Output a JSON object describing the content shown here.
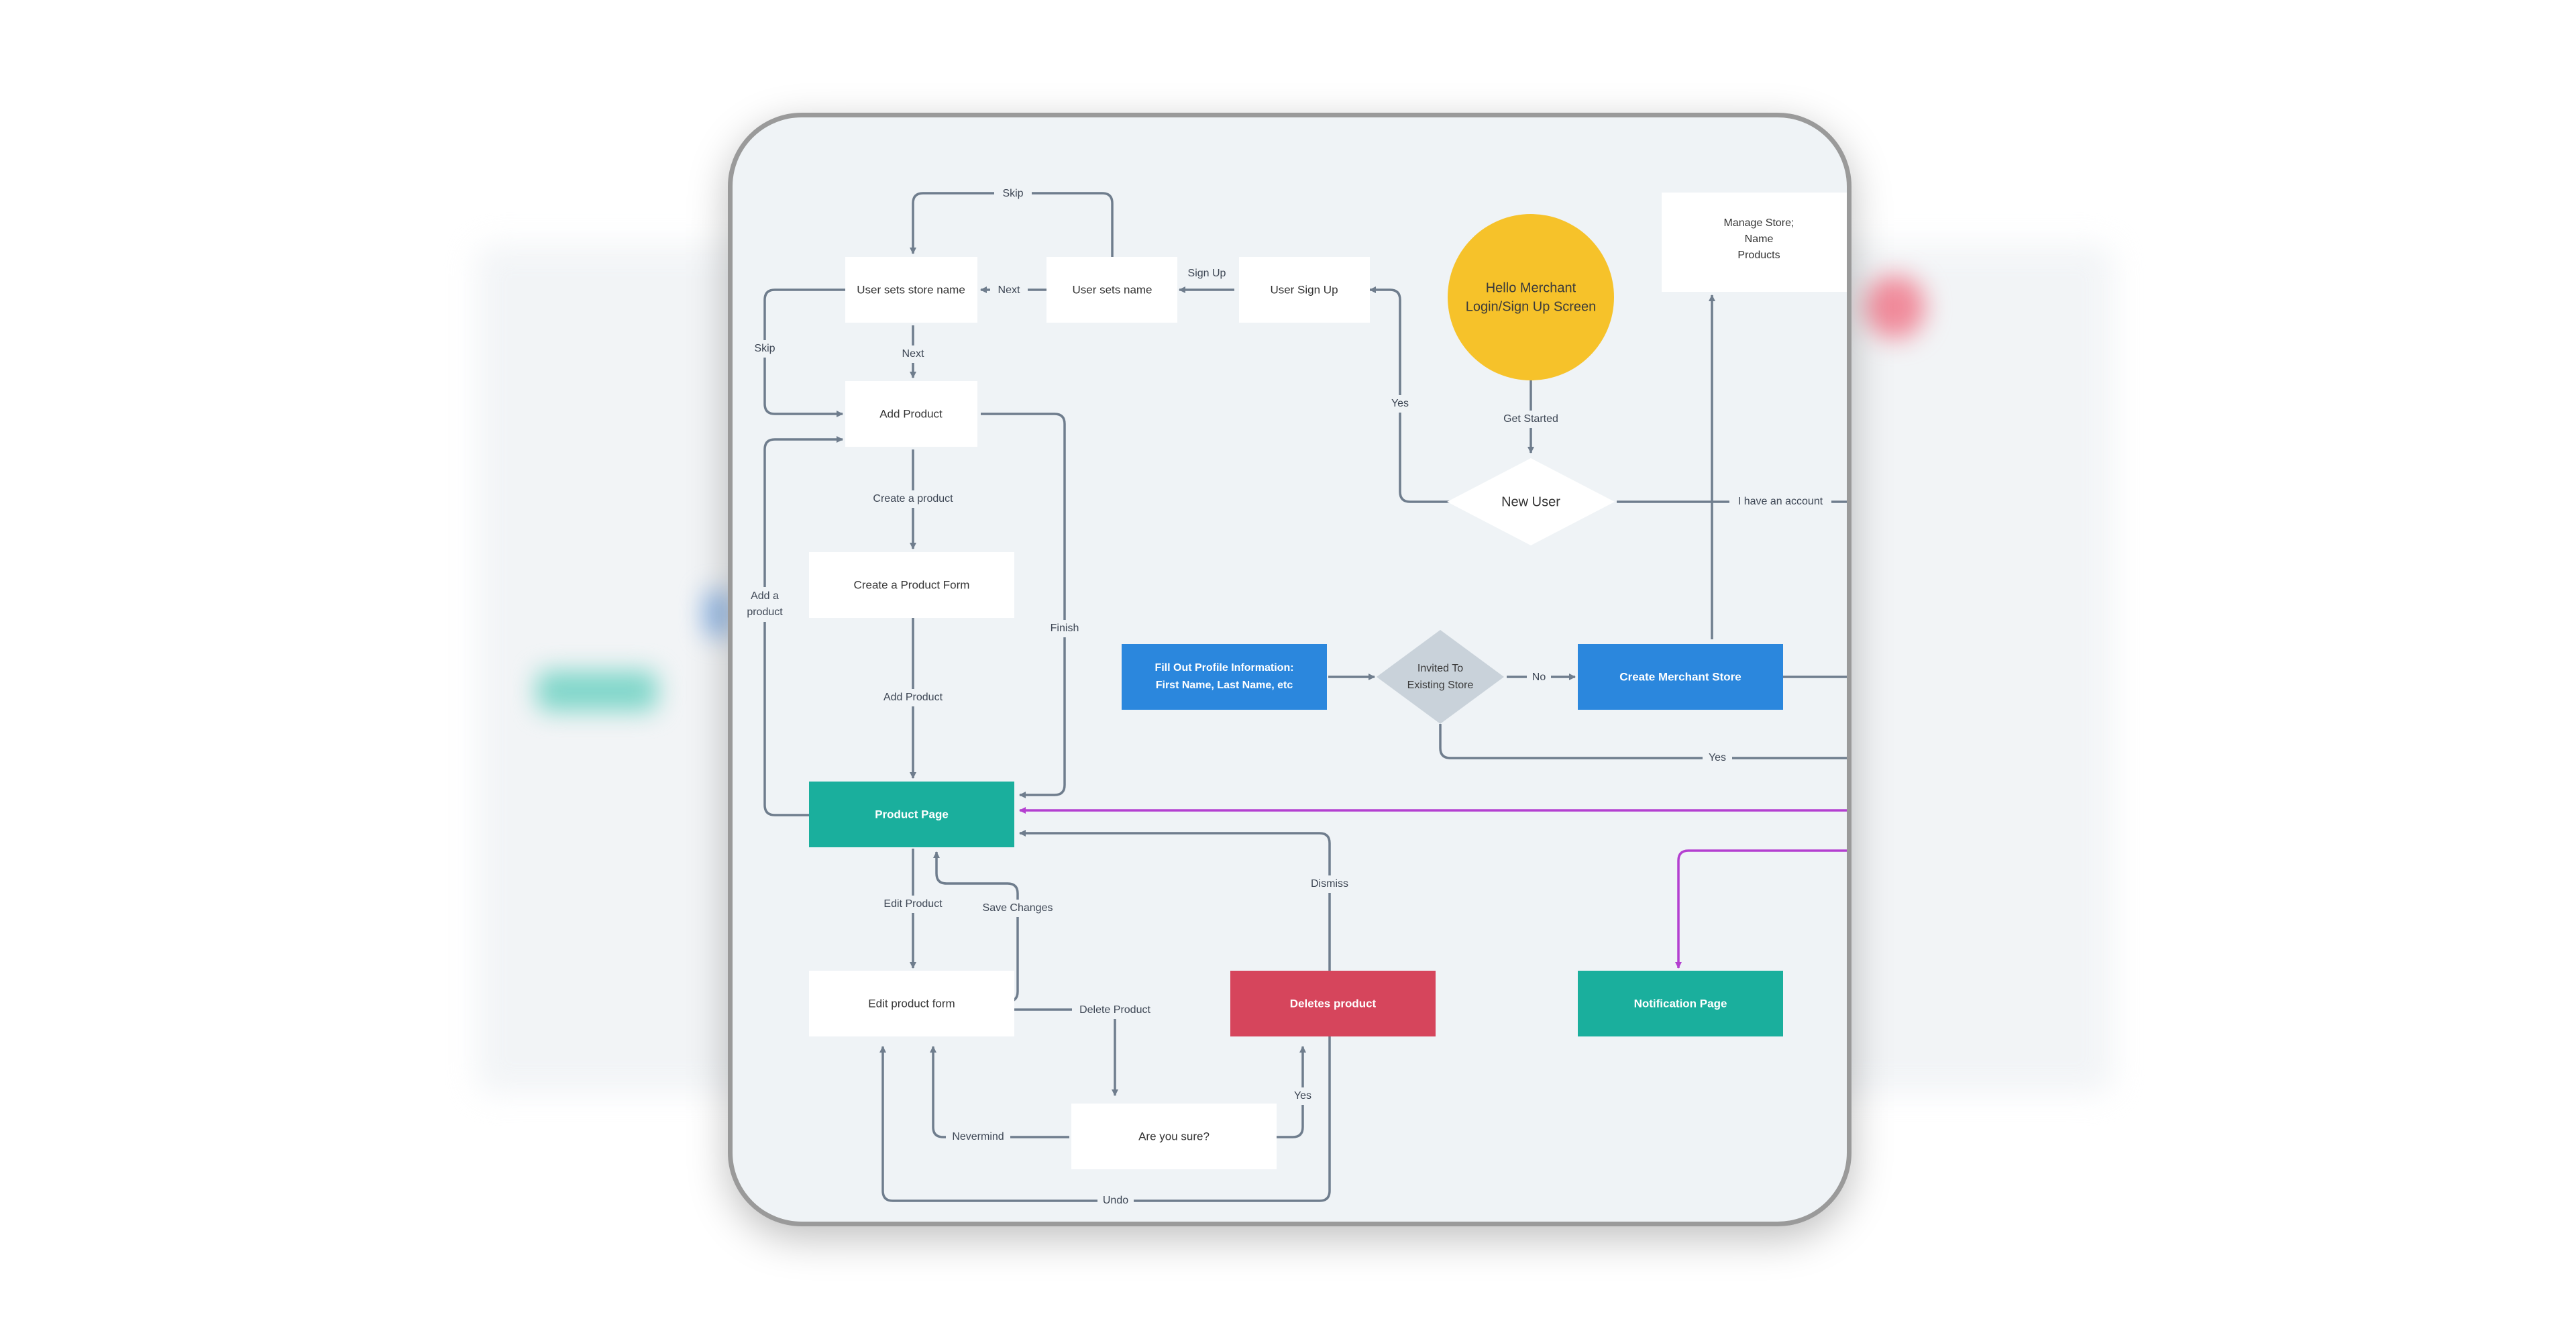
{
  "diagram": {
    "nodes": {
      "hello_merchant": {
        "line1": "Hello Merchant",
        "line2": "Login/Sign Up Screen"
      },
      "new_user": "New User",
      "user_sign_up": "User Sign Up",
      "user_sets_name": "User sets name",
      "user_sets_store_name": "User sets store name",
      "manage_store": {
        "line1": "Manage Store;",
        "line2": "Name",
        "line3": "Products"
      },
      "add_product": "Add Product",
      "create_product_form": "Create a Product Form",
      "product_page": "Product Page",
      "fill_profile": {
        "line1": "Fill Out Profile Information:",
        "line2": "First Name, Last Name, etc"
      },
      "invited_store": {
        "line1": "Invited To",
        "line2": "Existing Store"
      },
      "create_merchant_store": "Create Merchant Store",
      "edit_product_form": "Edit product form",
      "deletes_product": "Deletes product",
      "notification_page": "Notification Page",
      "are_you_sure": "Are you sure?"
    },
    "edge_labels": {
      "skip_top": "Skip",
      "skip_left": "Skip",
      "next_horizontal": "Next",
      "next_vertical": "Next",
      "sign_up": "Sign Up",
      "yes_new_user": "Yes",
      "get_started": "Get Started",
      "have_account": "I have an account",
      "create_a_product": "Create a product",
      "add_a_product_line1": "Add a",
      "add_a_product_line2": "product",
      "finish": "Finish",
      "add_product": "Add Product",
      "no": "No",
      "yes_invited": "Yes",
      "edit_product": "Edit Product",
      "save_changes": "Save Changes",
      "dismiss": "Dismiss",
      "delete_product": "Delete Product",
      "nevermind": "Nevermind",
      "yes_delete": "Yes",
      "undo": "Undo"
    },
    "colors": {
      "yellow": "#f6c22a",
      "teal": "#1aaf9d",
      "blue": "#2b87dd",
      "red": "#d6455c",
      "gray_diamond": "#c9d2da",
      "edge": "#6f7d8d",
      "purple": "#b43fd0"
    }
  }
}
